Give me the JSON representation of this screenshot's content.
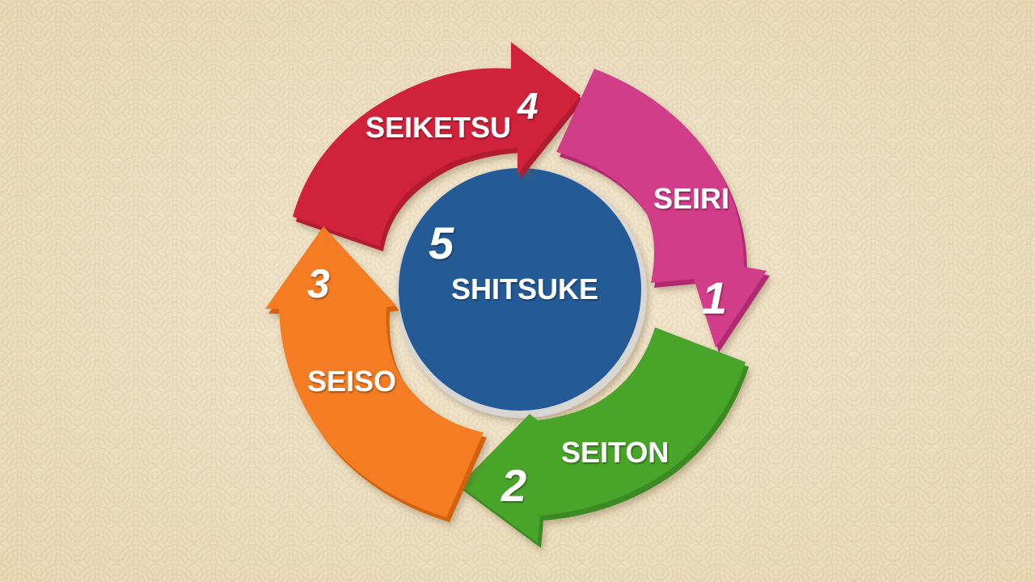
{
  "cycle": {
    "center": {
      "number": "5",
      "label": "SHITSUKE",
      "color": "#245b97"
    },
    "steps": [
      {
        "number": "1",
        "label": "SEIRI",
        "color": "#d23c8a"
      },
      {
        "number": "2",
        "label": "SEITON",
        "color": "#4aa52c"
      },
      {
        "number": "3",
        "label": "SEISO",
        "color": "#f47b20"
      },
      {
        "number": "4",
        "label": "SEIKETSU",
        "color": "#d0233a"
      }
    ]
  },
  "background": {
    "color": "#efe2c8",
    "pattern": "seigaiha-waves"
  }
}
